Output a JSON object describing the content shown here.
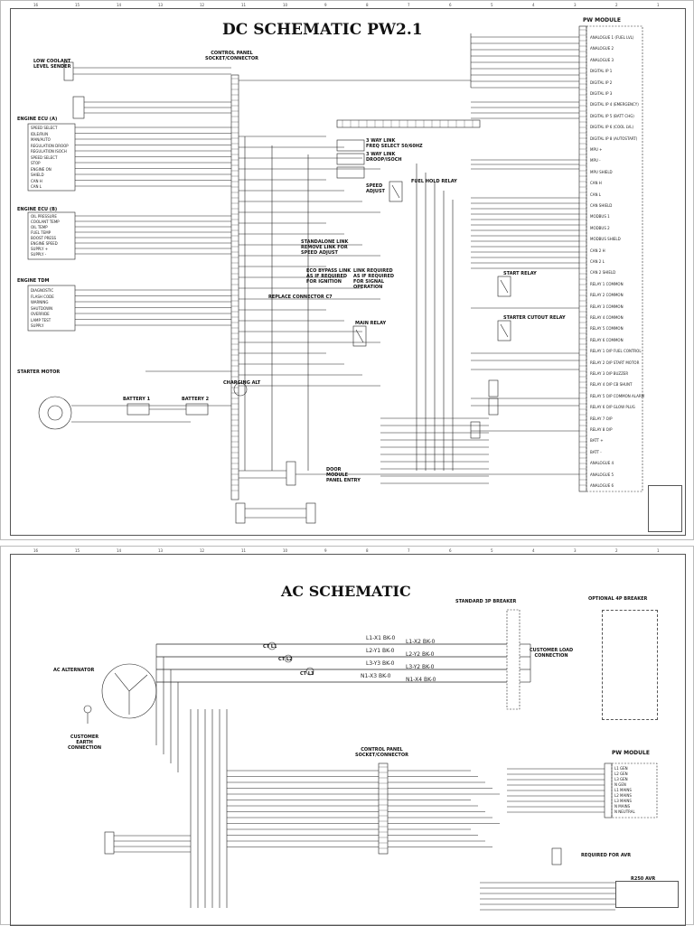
{
  "dc": {
    "title": "DC SCHEMATIC PW2.1",
    "control_panel": "CONTROL PANEL\nSOCKET/CONNECTOR",
    "pw_module": "PW MODULE",
    "low_coolant": "LOW COOLANT\nLEVEL SENDER",
    "engine_ecu_a": "ENGINE ECU (A)",
    "engine_ecu_b": "ENGINE ECU (B)",
    "engine_tdm": "ENGINE TDM",
    "starter_motor": "STARTER MOTOR",
    "charging_alt": "CHARGING ALT",
    "battery_1": "BATTERY 1",
    "battery_2": "BATTERY 2",
    "fuel_hold_relay": "FUEL HOLD RELAY",
    "start_relay": "START RELAY",
    "main_relay": "MAIN RELAY",
    "starter_cutout_relay": "STARTER CUTOUT RELAY",
    "speed_adjust": "SPEED\nADJUST",
    "replace_connector": "REPLACE CONNECTOR C7",
    "door_module": "DOOR\nMODULE\nPANEL ENTRY",
    "link_required": "LINK REQUIRED\nAS IF REQUIRED\nFOR SIGNAL\nOPERATION",
    "eco_bypass": "ECO BYPASS LINK\nAS IF REQUIRED\nFOR IGNITION",
    "way_link_1": "3 WAY LINK\nFREQ SELECT 50/60HZ",
    "way_link_2": "3 WAY LINK\nDROOP/ISOCH",
    "standalone": "STANDALONE LINK\nREMOVE LINK FOR\nSPEED ADJUST",
    "module_inputs": [
      "ANALOGUE 1 (FUEL LVL)",
      "ANALOGUE 2",
      "ANALOGUE 3",
      "DIGITAL IP 1",
      "DIGITAL IP 2",
      "DIGITAL IP 3",
      "DIGITAL IP 4 (EMERGENCY)",
      "DIGITAL IP 5 (BATT CHG)",
      "DIGITAL IP 6 (COOL LVL)",
      "DIGITAL IP 8 (AUTOSTART)",
      "MPU +",
      "MPU -",
      "MPU SHIELD",
      "CAN H",
      "CAN L",
      "CAN SHIELD",
      "MODBUS 1",
      "MODBUS 2",
      "MODBUS SHIELD",
      "CAN 2 H",
      "CAN 2 L",
      "CAN 2 SHIELD",
      "RELAY 1 COMMON",
      "RELAY 2 COMMON",
      "RELAY 3 COMMON",
      "RELAY 4 COMMON",
      "RELAY 5 COMMON",
      "RELAY 6 COMMON",
      "RELAY 1 O/P FUEL CONTROL",
      "RELAY 2 O/P START MOTOR",
      "RELAY 3 O/P BUZZER",
      "RELAY 4 O/P CB SHUNT",
      "RELAY 5 O/P COMMON ALARM",
      "RELAY 6 O/P GLOW PLUG",
      "RELAY 7 O/P",
      "RELAY 8 O/P",
      "BATT +",
      "BATT -",
      "ANALOGUE 4",
      "ANALOGUE 5",
      "ANALOGUE 6"
    ],
    "ecu_a_pins": [
      "SPEED SELECT",
      "IDLE/RUN",
      "MAN/AUTO",
      "REGULATION DROOP",
      "REGULATION ISOCH",
      "SPEED SELECT",
      "STOP",
      "ENGINE ON",
      "SHIELD",
      "CAN H",
      "CAN L"
    ],
    "ecu_b_pins": [
      "OIL PRESSURE",
      "COOLANT TEMP",
      "OIL TEMP",
      "FUEL TEMP",
      "BOOST PRESS",
      "ENGINE SPEED",
      "SUPPLY +",
      "SUPPLY -"
    ],
    "tdm_pins": [
      "DIAGNOSTIC",
      "FLASH CODE",
      "WARNING",
      "SHUTDOWN",
      "OVERRIDE",
      "LAMP TEST",
      "SUPPLY"
    ]
  },
  "ac": {
    "title": "AC SCHEMATIC",
    "standard_breaker": "STANDARD 3P BREAKER",
    "optional_breaker": "OPTIONAL 4P BREAKER",
    "customer_load": "CUSTOMER LOAD\nCONNECTION",
    "ac_alternator": "AC ALTERNATOR",
    "customer_earth": "CUSTOMER\nEARTH\nCONNECTION",
    "control_panel": "CONTROL PANEL\nSOCKET/CONNECTOR",
    "pw_module": "PW MODULE",
    "required_for_avr": "REQUIRED FOR AVR",
    "r250_avr": "R250 AVR",
    "lines": [
      {
        "left": "L1-X1 BK-0",
        "right": "L1-X2 BK-0"
      },
      {
        "left": "L2-Y1 BK-0",
        "right": "L2-Y2 BK-0"
      },
      {
        "left": "L3-Y3 BK-0",
        "right": "L3-Y2 BK-0"
      },
      {
        "left": "N1-X3 BK-0",
        "right": "N1-X4 BK-0"
      }
    ],
    "ct": [
      "CT L1",
      "CT L2",
      "CT L3"
    ],
    "module_pins": [
      "L1 GEN",
      "L2 GEN",
      "L3 GEN",
      "N GEN",
      "L1 MAINS",
      "L2 MAINS",
      "L3 MAINS",
      "N MAINS",
      "N NEUTRAL"
    ]
  },
  "colors": {
    "line": "#222222",
    "frame": "#555555",
    "paper": "#ffffff"
  }
}
